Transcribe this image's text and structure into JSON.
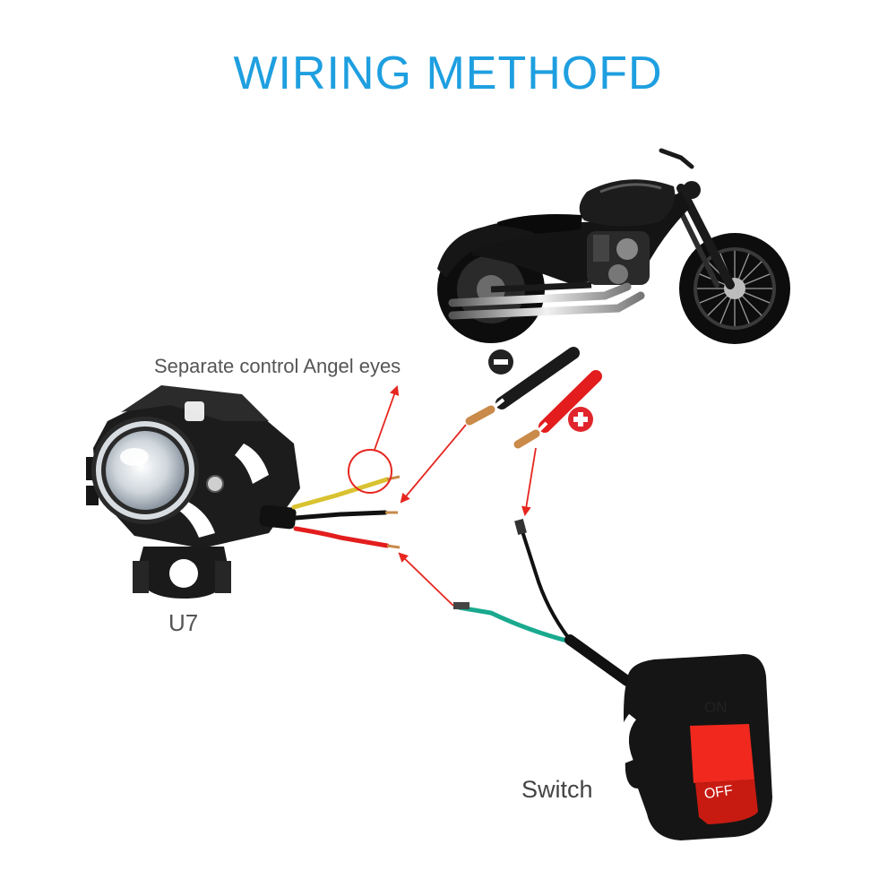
{
  "title": "WIRING METHOFD",
  "labels": {
    "angel_eyes": "Separate control Angel eyes",
    "lamp_model": "U7",
    "switch": "Switch",
    "switch_on": "ON",
    "switch_off": "OFF"
  },
  "colors": {
    "title": "#1e9fe0",
    "arrow": "#e6261f",
    "wire_red": "#e31d1d",
    "wire_black": "#111111",
    "wire_yellow": "#d9c230",
    "wire_green": "#19a98f",
    "switch_button": "#f0281e",
    "copper": "#c98a4a"
  },
  "icons": {
    "negative": "minus-circle-icon",
    "positive": "plus-circle-icon"
  }
}
